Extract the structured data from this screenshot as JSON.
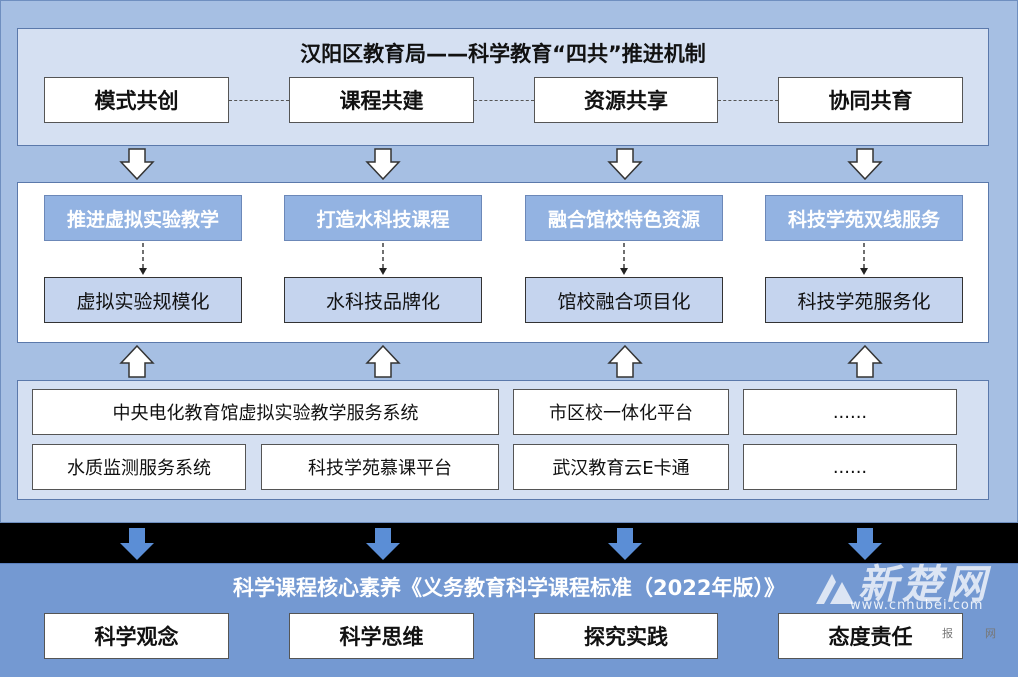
{
  "title": "汉阳区教育局——科学教育“四共”推进机制",
  "top_boxes": [
    "模式共创",
    "课程共建",
    "资源共享",
    "协同共育"
  ],
  "mid_headers": [
    "推进虚拟实验教学",
    "打造水科技课程",
    "融合馆校特色资源",
    "科技学苑双线服务"
  ],
  "mid_items": [
    "虚拟实验规模化",
    "水科技品牌化",
    "馆校融合项目化",
    "科技学苑服务化"
  ],
  "platforms": {
    "row1": [
      "中央电化教育馆虚拟实验教学服务系统",
      "市区校一体化平台",
      "......"
    ],
    "row2": [
      "水质监测服务系统",
      "科技学苑慕课平台",
      "武汉教育云E卡通",
      "......"
    ]
  },
  "bottom_title": "科学课程核心素养《义务教育科学课程标准（2022年版）》",
  "bottom_boxes": [
    "科学观念",
    "科学思维",
    "探究实践",
    "态度责任"
  ],
  "watermark": {
    "logo": "新楚网",
    "url": "www.cnhubei.com",
    "chars": [
      "报",
      "网"
    ]
  }
}
